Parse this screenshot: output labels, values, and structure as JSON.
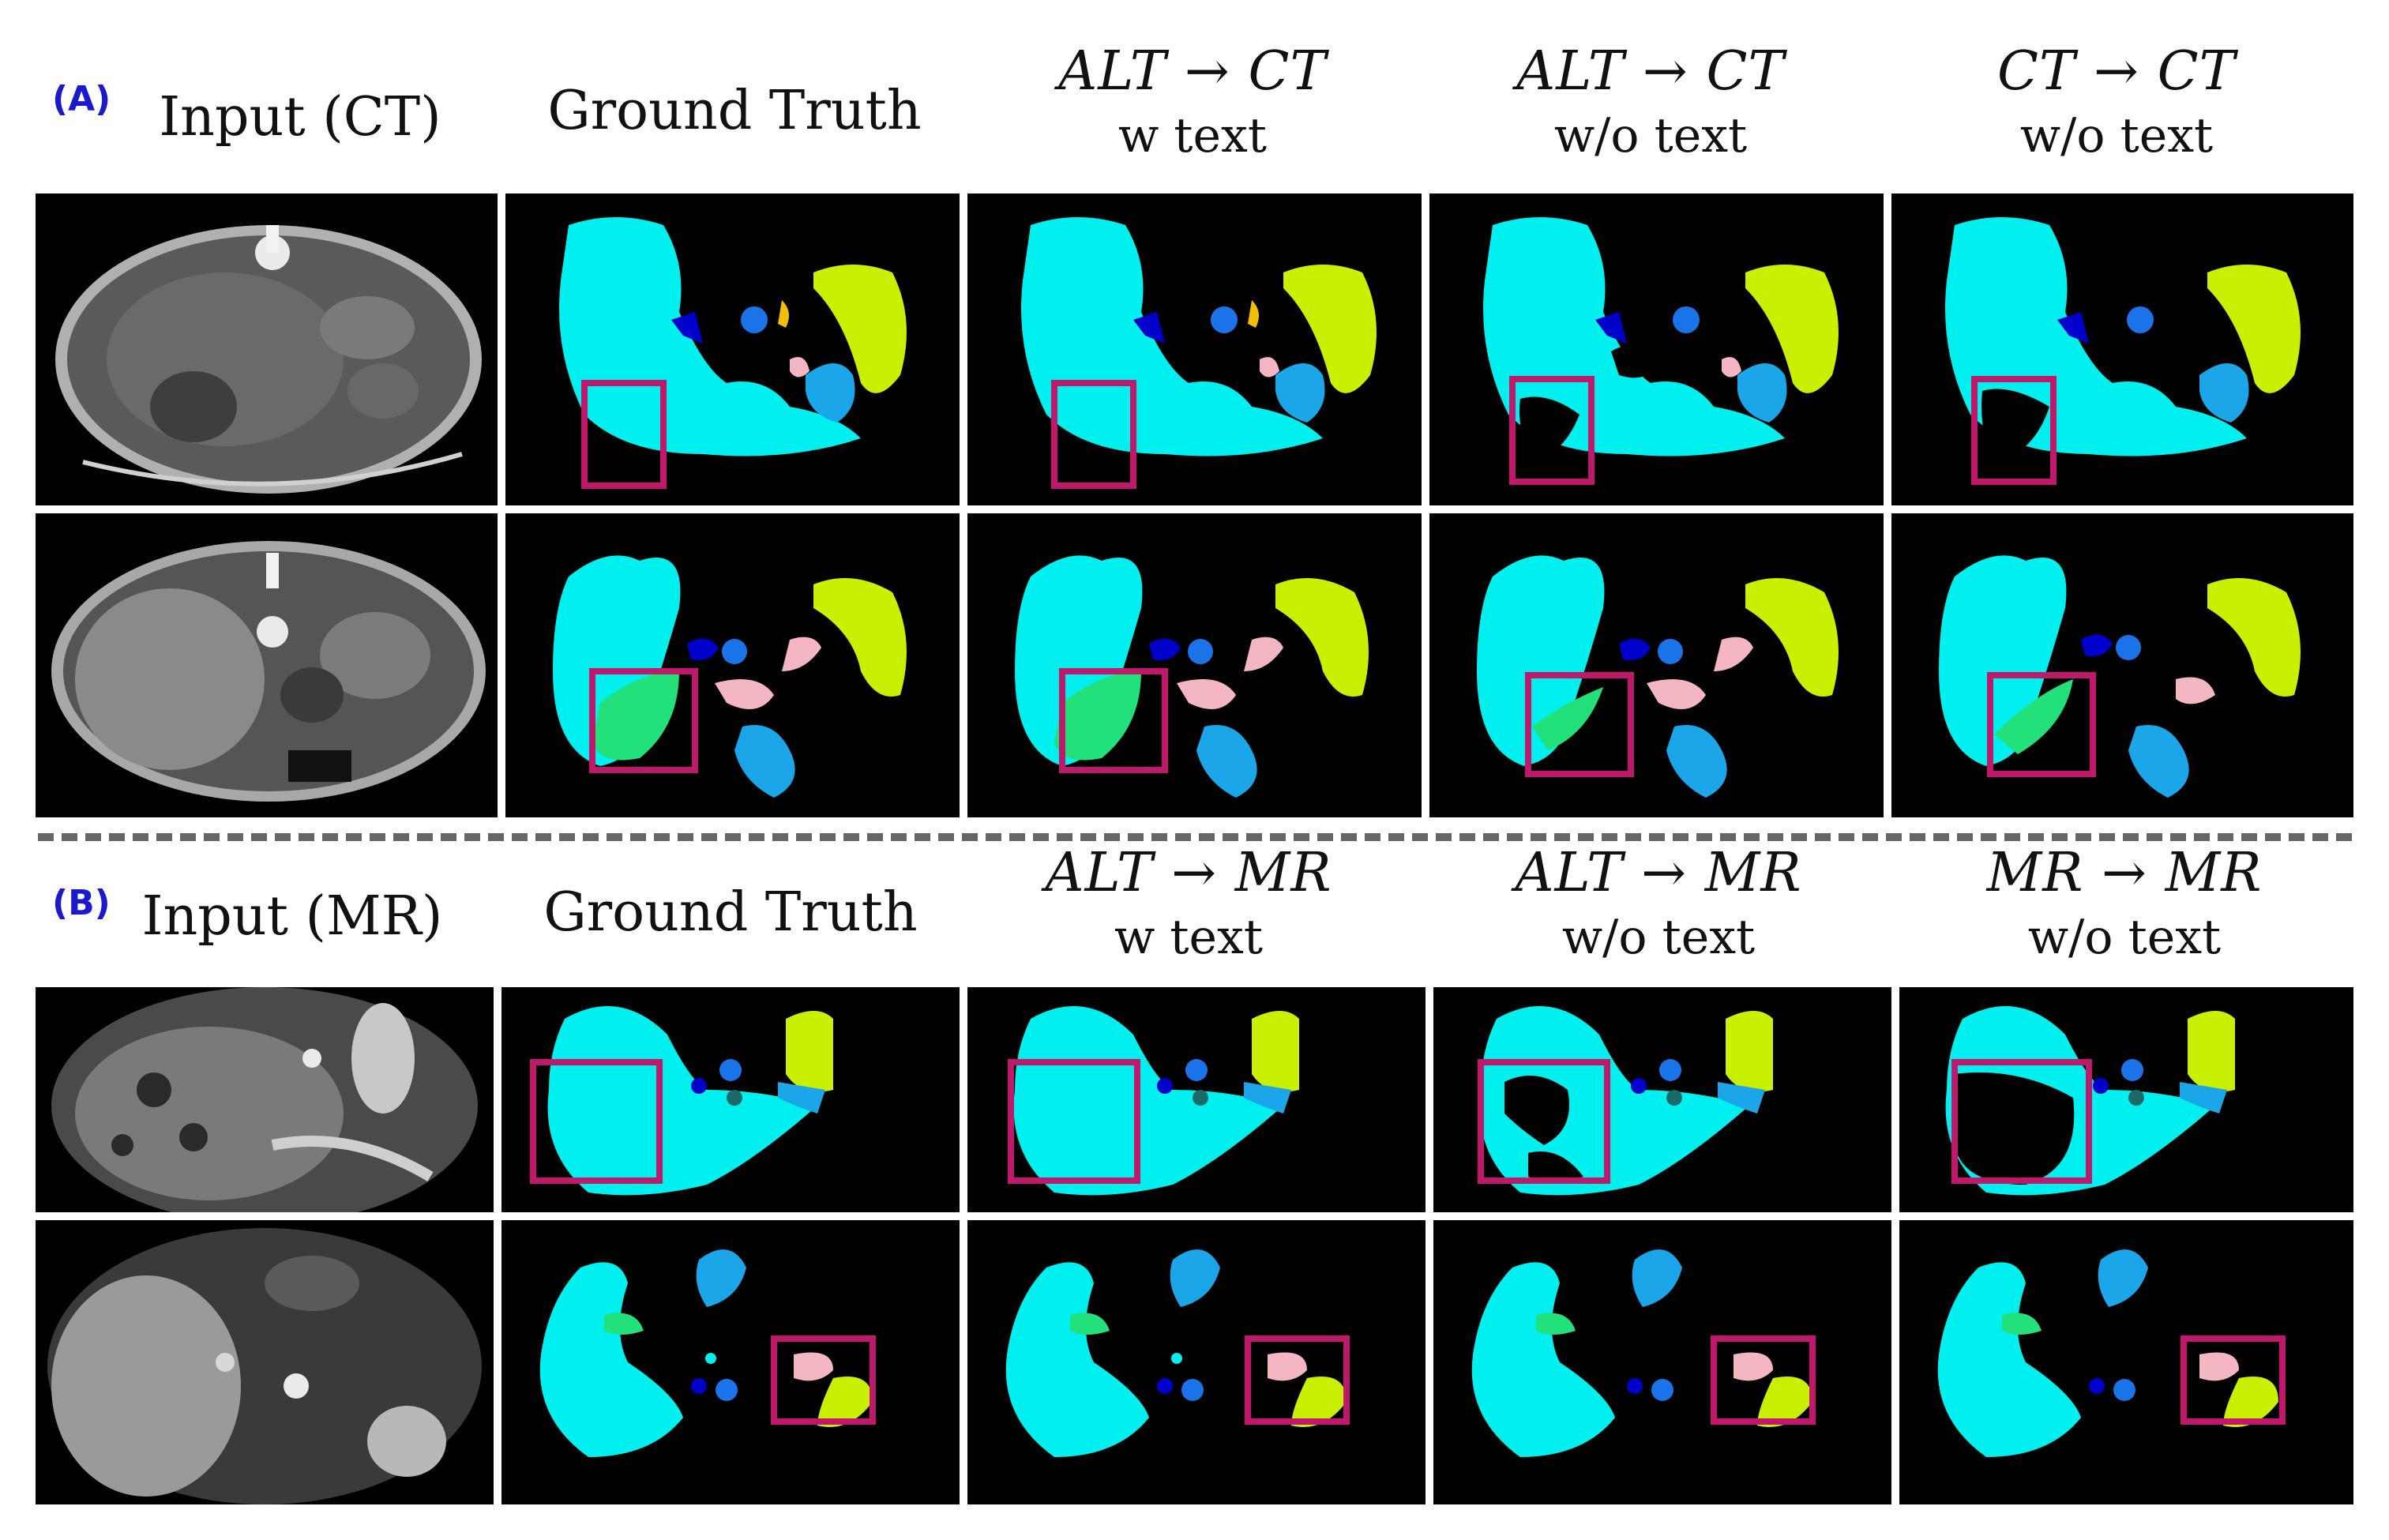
{
  "panel_a": {
    "tag": "(A)",
    "headers": {
      "input": "Input (CT)",
      "gt": "Ground Truth",
      "c3": {
        "line1": "ALT → CT",
        "line2": "w text"
      },
      "c4": {
        "line1": "ALT → CT",
        "line2": "w/o text"
      },
      "c5": {
        "line1": "CT → CT",
        "line2": "w/o text"
      }
    }
  },
  "panel_b": {
    "tag": "(B)",
    "headers": {
      "input": "Input (MR)",
      "gt": "Ground Truth",
      "c3": {
        "line1": "ALT → MR",
        "line2": "w text"
      },
      "c4": {
        "line1": "ALT → MR",
        "line2": "w/o text"
      },
      "c5": {
        "line1": "MR → MR",
        "line2": "w/o text"
      }
    }
  },
  "colors": {
    "liver": "#00f0f0",
    "spleen": "#c8f000",
    "kidney": "#1aa6e8",
    "aorta": "#1a73e8",
    "ivc": "#0000cc",
    "pancreas": "#f4b6c2",
    "gallbladder": "#22e07a",
    "adrenal": "#f0c000",
    "highlight_box": "#c0186a"
  }
}
